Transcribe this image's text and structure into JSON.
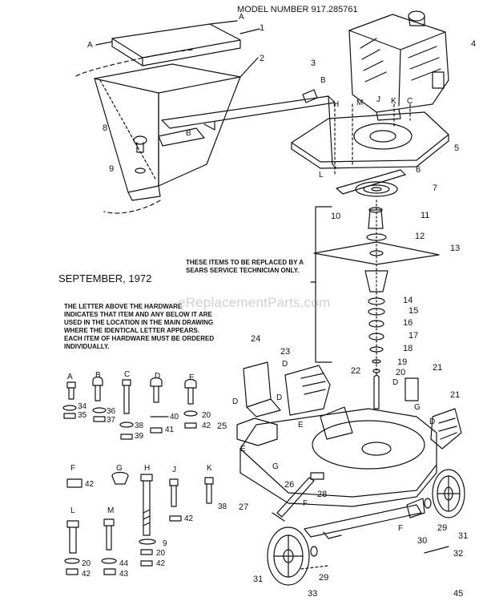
{
  "header": {
    "model_number": "MODEL NUMBER 917.285761",
    "date": "SEPTEMBER, 1972",
    "sears_note": "THESE ITEMS TO BE REPLACED BY A SEARS SERVICE TECHNICIAN ONLY.",
    "hardware_note": "THE LETTER ABOVE THE HARDWARE INDICATES THAT ITEM AND ANY BELOW IT ARE USED IN THE LOCATION IN THE MAIN DRAWING WHERE THE IDENTICAL LETTER APPEARS. EACH ITEM OF HARDWARE MUST BE ORDERED INDIVIDUALLY.",
    "watermark": "eReplacementParts.com",
    "page_number": "45"
  },
  "hardware_letters": [
    "A",
    "B",
    "C",
    "D",
    "E",
    "F",
    "G",
    "H",
    "J",
    "K",
    "L",
    "M"
  ],
  "hardware_refs": [
    "34",
    "35",
    "36",
    "37",
    "38",
    "39",
    "40",
    "41",
    "20",
    "42",
    "9",
    "44",
    "43"
  ],
  "callouts": [
    "1",
    "2",
    "3",
    "4",
    "5",
    "6",
    "7",
    "8",
    "9",
    "10",
    "11",
    "12",
    "13",
    "14",
    "15",
    "16",
    "17",
    "18",
    "19",
    "20",
    "21",
    "22",
    "23",
    "24",
    "25",
    "26",
    "27",
    "28",
    "29",
    "30",
    "31",
    "32",
    "33"
  ],
  "location_letters": [
    "A",
    "B",
    "C",
    "D",
    "E",
    "F",
    "G",
    "H",
    "J",
    "K",
    "L",
    "M"
  ],
  "colors": {
    "ink": "#111111",
    "paper": "#ffffff",
    "watermark": "#aaaaaa"
  }
}
